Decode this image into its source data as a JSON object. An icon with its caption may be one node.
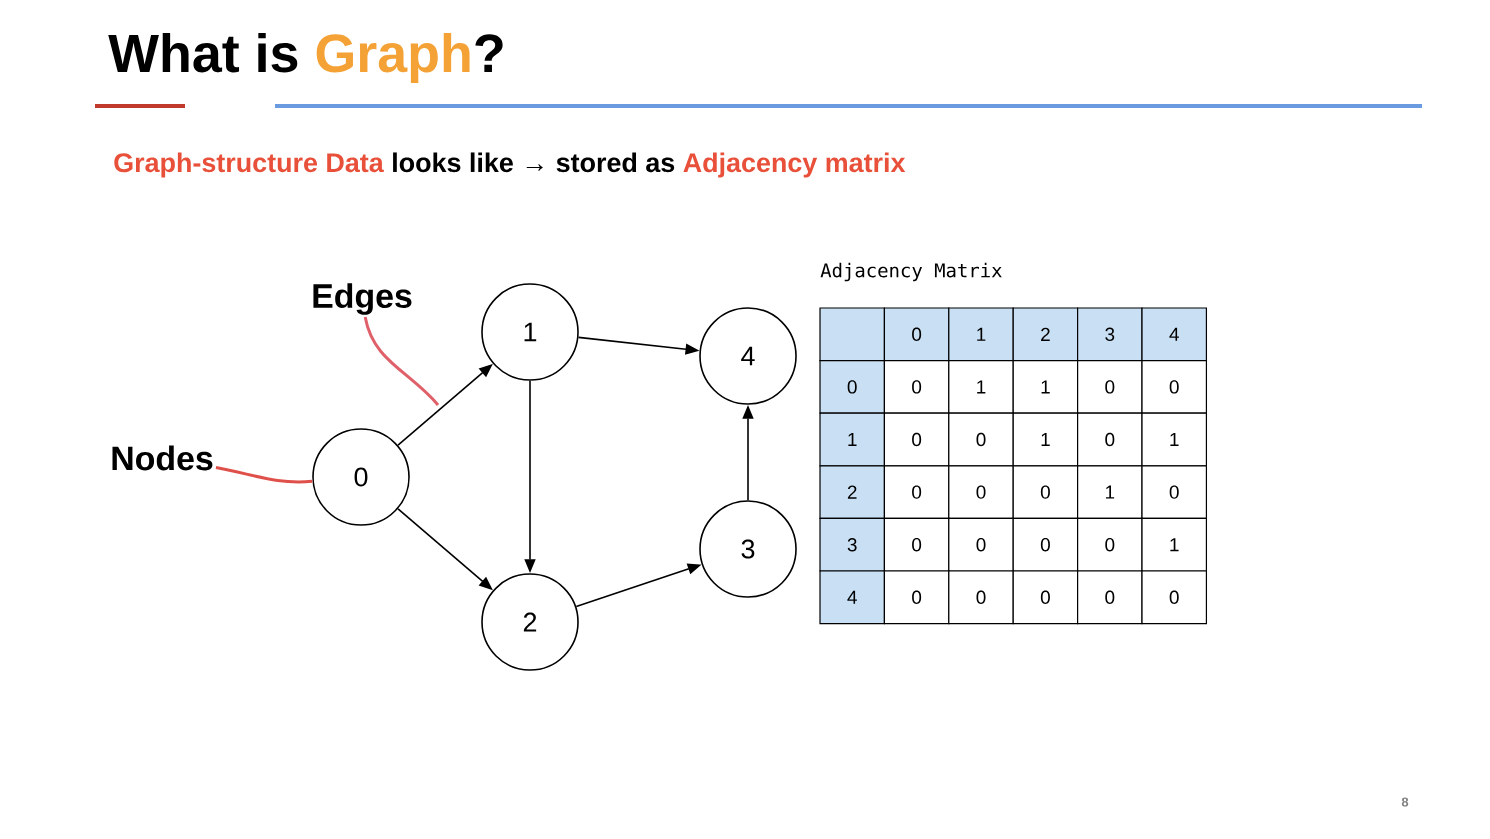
{
  "diagram": {
    "title": "What is **Graph**?",
    "nodes": [
      {
        "text": [
          "0"
        ]
      },
      {
        "text": [
          "1"
        ]
      },
      {
        "text": [
          "2"
        ]
      },
      {
        "text": [
          "3"
        ]
      },
      {
        "text": [
          "4"
        ]
      },
      {
        "text": [
          "Nodes"
        ]
      },
      {
        "text": [
          "Edges"
        ]
      }
    ],
    "edges": [
      {
        "from": 0,
        "to": 1,
        "arrow": "to"
      },
      {
        "from": 0,
        "to": 2,
        "arrow": "to"
      },
      {
        "from": 1,
        "to": 2,
        "arrow": "to"
      },
      {
        "from": 1,
        "to": 4,
        "arrow": "to"
      },
      {
        "from": 2,
        "to": 3,
        "arrow": "to"
      },
      {
        "from": 3,
        "to": 4,
        "arrow": "to"
      },
      {
        "from": 5,
        "to": 0,
        "arrow": "none",
        "color": "#e0504a"
      },
      {
        "from": 6,
        "to": null,
        "arrow": "none",
        "color": "#e0606a"
      }
    ],
    "labels": [
      "**Graph-structure Data** looks like → stored as **Adjacency matrix**",
      "Adjacency Matrix",
      "0",
      "1",
      "2",
      "3",
      "4",
      "0",
      "0",
      "1",
      "1",
      "0",
      "0",
      "1",
      "0",
      "0",
      "1",
      "0",
      "1",
      "2",
      "0",
      "0",
      "0",
      "1",
      "0",
      "3",
      "0",
      "0",
      "0",
      "0",
      "1",
      "4",
      "0",
      "0",
      "0",
      "0",
      "0",
      "8"
    ]
  }
}
